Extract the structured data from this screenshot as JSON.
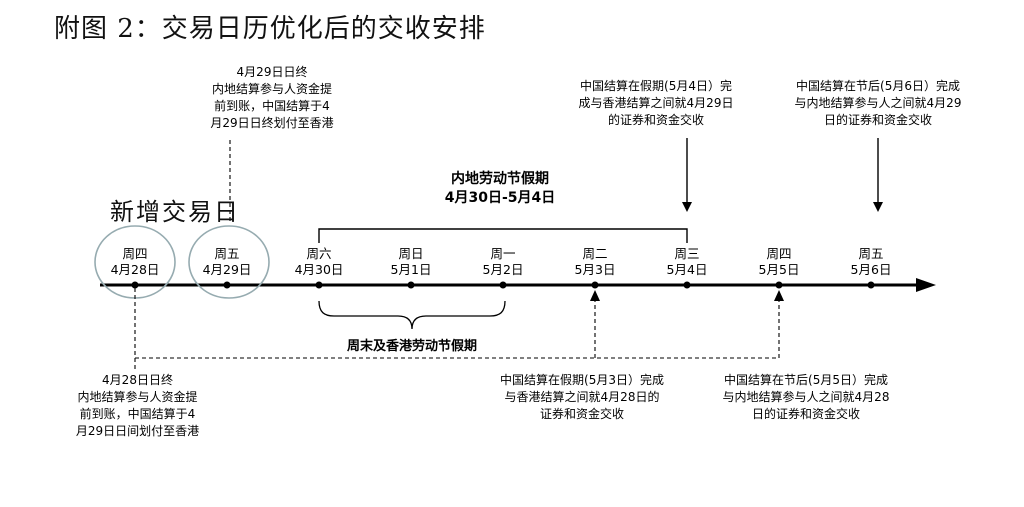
{
  "figure": {
    "title": "附图 2：交易日历优化后的交收安排"
  },
  "timeline": {
    "new_trading_days_label": "新增交易日",
    "points": [
      {
        "day": "周四",
        "date": "4月28日",
        "circled": true
      },
      {
        "day": "周五",
        "date": "4月29日",
        "circled": true
      },
      {
        "day": "周六",
        "date": "4月30日",
        "circled": false
      },
      {
        "day": "周日",
        "date": "5月1日",
        "circled": false
      },
      {
        "day": "周一",
        "date": "5月2日",
        "circled": false
      },
      {
        "day": "周二",
        "date": "5月3日",
        "circled": false
      },
      {
        "day": "周三",
        "date": "5月4日",
        "circled": false
      },
      {
        "day": "周四",
        "date": "5月5日",
        "circled": false
      },
      {
        "day": "周五",
        "date": "5月6日",
        "circled": false
      }
    ]
  },
  "labels": {
    "mainland_holiday_line1": "内地劳动节假期",
    "mainland_holiday_line2": "4月30日-5月4日",
    "weekend_hk_holiday": "周末及香港劳动节假期"
  },
  "annotations": {
    "apr29_prefund": "4月29日日终\n内地结算参与人资金提\n前到账，中国结算于4\n月29日日终划付至香港",
    "may4_settlement": "中国结算在假期(5月4日）完\n成与香港结算之间就4月29日\n的证券和资金交收",
    "may6_settlement": "中国结算在节后(5月6日）完成\n与内地结算参与人之间就4月29\n日的证券和资金交收",
    "apr28_prefund": "4月28日日终\n内地结算参与人资金提\n前到账，中国结算于4\n月29日日间划付至香港",
    "may3_settlement": "中国结算在假期(5月3日）完成\n与香港结算之间就4月28日的\n证券和资金交收",
    "may5_settlement": "中国结算在节后(5月5日）完成\n与内地结算参与人之间就4月28\n日的证券和资金交收"
  },
  "colors": {
    "circle_stroke": "#96abb0",
    "line": "#000000"
  }
}
